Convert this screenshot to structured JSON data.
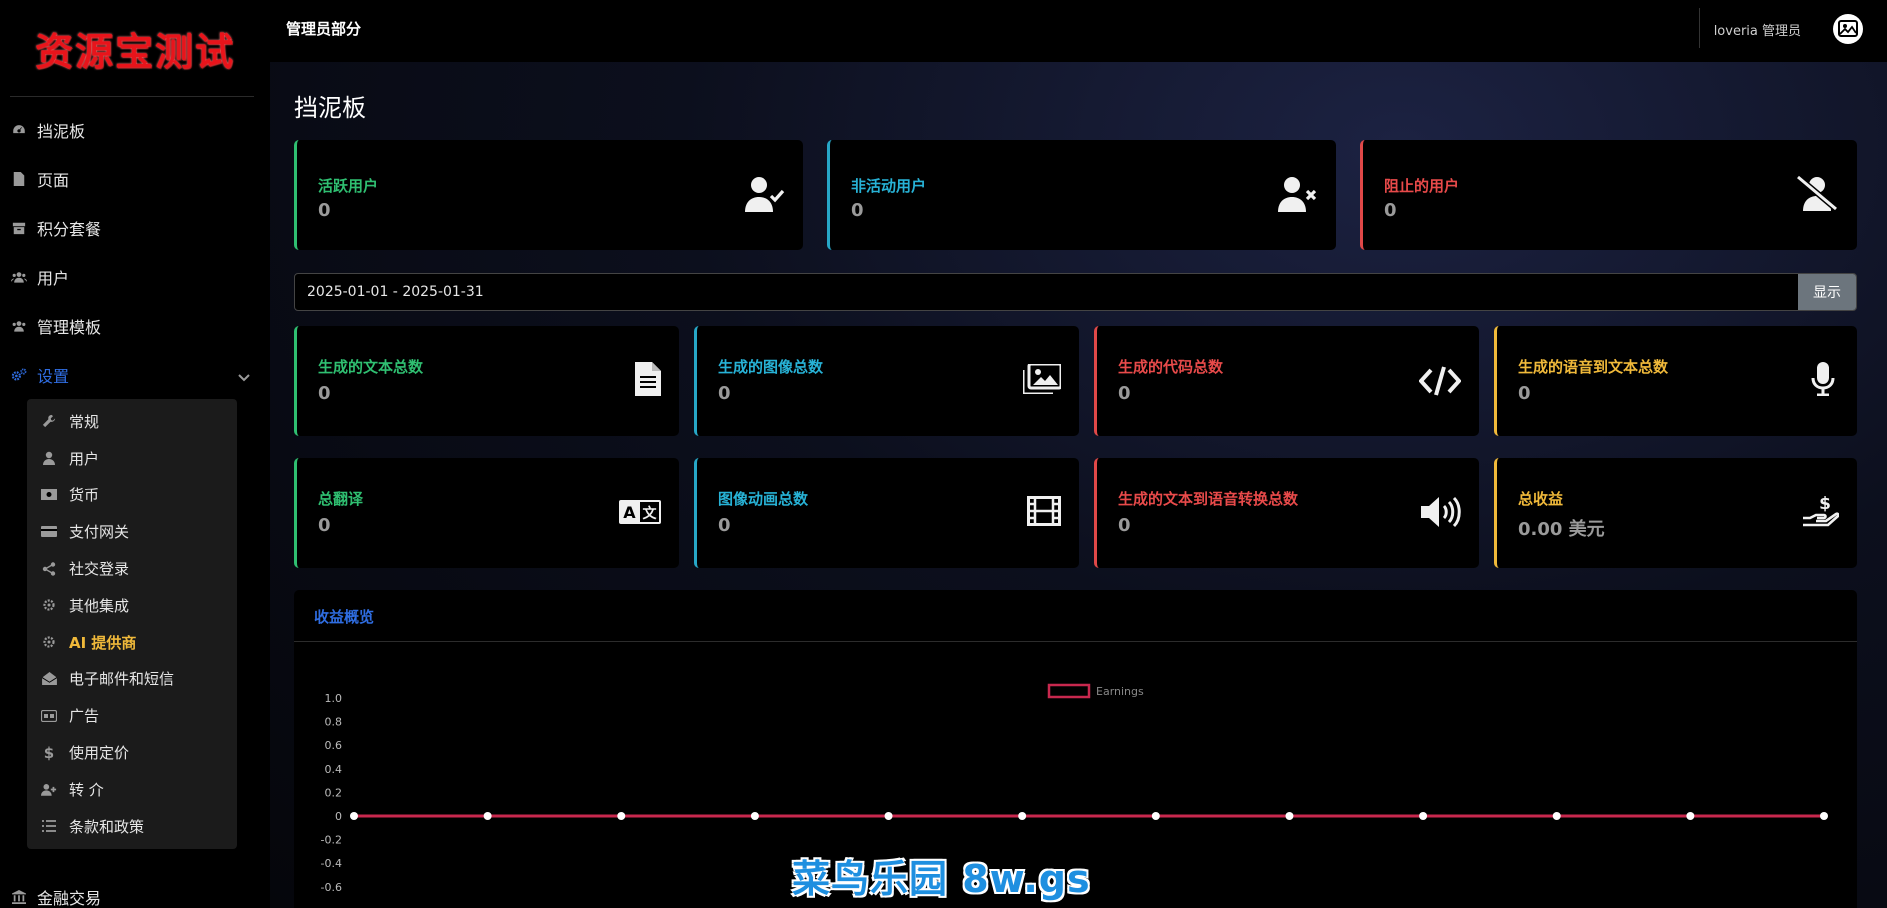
{
  "logo": "资源宝测试",
  "topbar": {
    "title": "管理员部分",
    "user": "loveria 管理员"
  },
  "sidebar": {
    "items": [
      {
        "label": "挡泥板",
        "icon": "gauge-icon"
      },
      {
        "label": "页面",
        "icon": "file-icon"
      },
      {
        "label": "积分套餐",
        "icon": "box-icon"
      },
      {
        "label": "用户",
        "icon": "users-icon"
      },
      {
        "label": "管理模板",
        "icon": "users-icon"
      },
      {
        "label": "设置",
        "icon": "gears-icon"
      }
    ],
    "submenu": [
      {
        "label": "常规",
        "icon": "wrench-icon"
      },
      {
        "label": "用户",
        "icon": "user-icon"
      },
      {
        "label": "货币",
        "icon": "money-icon"
      },
      {
        "label": "支付网关",
        "icon": "credit-card-icon"
      },
      {
        "label": "社交登录",
        "icon": "share-icon"
      },
      {
        "label": "其他集成",
        "icon": "gear-icon"
      },
      {
        "label": "AI 提供商",
        "icon": "gear-icon"
      },
      {
        "label": "电子邮件和短信",
        "icon": "envelope-icon"
      },
      {
        "label": "广告",
        "icon": "ad-icon"
      },
      {
        "label": "使用定价",
        "icon": "dollar-icon"
      },
      {
        "label": "转 介",
        "icon": "user-plus-icon"
      },
      {
        "label": "条款和政策",
        "icon": "list-icon"
      }
    ],
    "bottom": {
      "label": "金融交易",
      "icon": "bank-icon"
    }
  },
  "page_title": "挡泥板",
  "user_cards": [
    {
      "label": "活跃用户",
      "value": "0",
      "icon": "user-check-icon"
    },
    {
      "label": "非活动用户",
      "value": "0",
      "icon": "user-times-icon"
    },
    {
      "label": "阻止的用户",
      "value": "0",
      "icon": "user-slash-icon"
    }
  ],
  "date_range": {
    "value": "2025-01-01 - 2025-01-31",
    "button": "显示"
  },
  "stat_cards": [
    {
      "label": "生成的文本总数",
      "value": "0",
      "icon": "file-text-icon"
    },
    {
      "label": "生成的图像总数",
      "value": "0",
      "icon": "images-icon"
    },
    {
      "label": "生成的代码总数",
      "value": "0",
      "icon": "code-icon"
    },
    {
      "label": "生成的语音到文本总数",
      "value": "0",
      "icon": "microphone-icon"
    },
    {
      "label": "总翻译",
      "value": "0",
      "icon": "language-icon"
    },
    {
      "label": "图像动画总数",
      "value": "0",
      "icon": "film-icon"
    },
    {
      "label": "生成的文本到语音转换总数",
      "value": "0",
      "icon": "volume-icon"
    },
    {
      "label": "总收益",
      "value": "0.00 美元",
      "icon": "hand-dollar-icon"
    }
  ],
  "chart": {
    "title": "收益概览"
  },
  "chart_data": {
    "type": "line",
    "series": [
      {
        "name": "Earnings",
        "values": [
          0,
          0,
          0,
          0,
          0,
          0,
          0,
          0,
          0,
          0,
          0,
          0
        ]
      }
    ],
    "y_ticks": [
      "1.0",
      "0.8",
      "0.6",
      "0.4",
      "0.2",
      "0",
      "-0.2",
      "-0.4",
      "-0.6"
    ],
    "ylim": [
      -0.6,
      1.0
    ],
    "line_color": "#c8284e",
    "legend_position": "top-center"
  },
  "watermark": "菜鸟乐园 8w.gs"
}
